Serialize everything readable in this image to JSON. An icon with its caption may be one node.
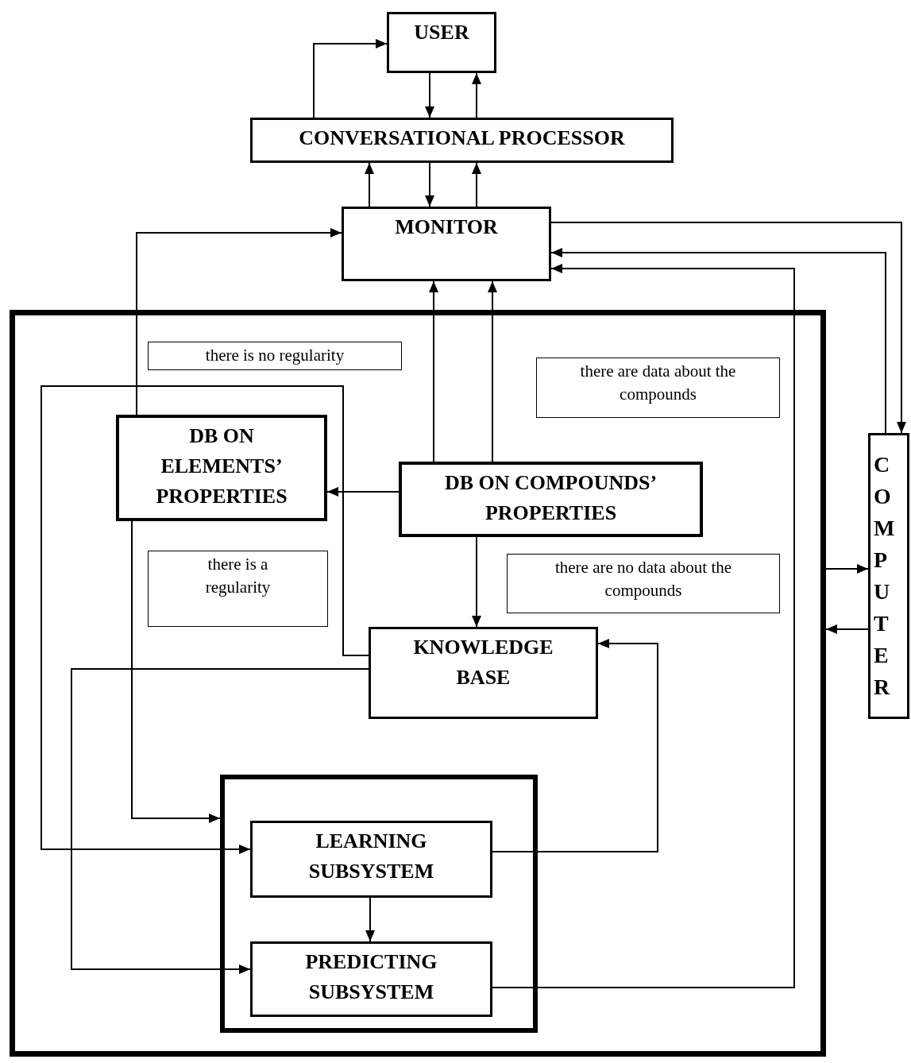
{
  "diagram": {
    "nodes": [
      {
        "text": [
          "USER"
        ]
      },
      {
        "text": [
          "CONVERSATIONAL PROCESSOR"
        ]
      },
      {
        "text": [
          "MONITOR"
        ]
      },
      {
        "text": [],
        "shape": "box"
      },
      {
        "text": [
          "there is no regularity"
        ],
        "in": 3
      },
      {
        "text": [
          "there are data about the compounds"
        ],
        "in": 3
      },
      {
        "text": [
          "DB ON ELEMENTS’ PROPERTIES"
        ],
        "in": 3
      },
      {
        "text": [
          "DB ON COMPOUNDS’ PROPERTIES"
        ],
        "in": 3
      },
      {
        "text": [
          "there is a regularity"
        ],
        "in": 3
      },
      {
        "text": [
          "there are no data about the compounds"
        ],
        "in": 3
      },
      {
        "text": [
          "KNOWLEDGE BASE"
        ],
        "in": 3
      },
      {
        "text": [],
        "shape": "box",
        "in": 3
      },
      {
        "text": [
          "LEARNING SUBSYSTEM"
        ],
        "in": 11
      },
      {
        "text": [
          "PREDICTING SUBSYSTEM"
        ],
        "in": 11
      },
      {
        "text": [
          "COMPUTER"
        ]
      }
    ],
    "edges": [
      {
        "from": 1,
        "to": 0,
        "arrow": "to"
      },
      {
        "from": 0,
        "to": 1,
        "arrow": "to"
      },
      {
        "from": 1,
        "to": 0,
        "arrow": "to"
      },
      {
        "from": 2,
        "to": 1,
        "arrow": "to"
      },
      {
        "from": 1,
        "to": 2,
        "arrow": "to"
      },
      {
        "from": 2,
        "to": 1,
        "arrow": "to"
      },
      {
        "from": 6,
        "to": 2,
        "arrow": "to"
      },
      {
        "from": 7,
        "to": 2,
        "arrow": "to"
      },
      {
        "from": 7,
        "to": 2,
        "arrow": "to"
      },
      {
        "from": 2,
        "to": 14,
        "arrow": "to"
      },
      {
        "from": 14,
        "to": 2,
        "arrow": "to"
      },
      {
        "from": 13,
        "to": 2,
        "arrow": "to"
      },
      {
        "from": 7,
        "to": 6,
        "arrow": "to"
      },
      {
        "from": 7,
        "to": 10,
        "arrow": "to"
      },
      {
        "from": 10,
        "to": 12,
        "arrow": "to"
      },
      {
        "from": 6,
        "to": 11,
        "arrow": "to"
      },
      {
        "from": 10,
        "to": 13,
        "arrow": "to"
      },
      {
        "from": 12,
        "to": 10,
        "arrow": "to"
      },
      {
        "from": 12,
        "to": 13,
        "arrow": "to"
      },
      {
        "from": 3,
        "to": 14,
        "arrow": "to"
      },
      {
        "from": 14,
        "to": 3,
        "arrow": "to"
      }
    ]
  }
}
